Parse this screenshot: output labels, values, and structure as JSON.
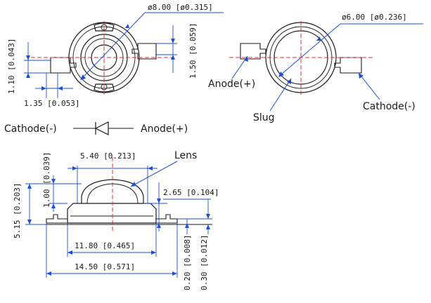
{
  "dimensions": {
    "top_left_diameter": "ø8.00 [ø0.315]",
    "lead_height": "1.10 [0.043]",
    "lead_length": "1.35 [0.053]",
    "lead_offset": "1.50 [0.059]",
    "top_right_diameter": "ø6.00 [ø0.236]",
    "lens_width": "5.40 [0.213]",
    "lens_height": "1.00 [0.039]",
    "total_height": "5.15 [0.203]",
    "body_height": "2.65 [0.104]",
    "body_width": "11.80 [0.465]",
    "overall_width": "14.50 [0.571]",
    "lead_thickness_a": "0.20 [0.008]",
    "lead_thickness_b": "0.30 [0.012]"
  },
  "labels": {
    "anode_top": "Anode(+)",
    "cathode_top": "Cathode(-)",
    "slug": "Slug",
    "cathode_symbol": "Cathode(-)",
    "anode_symbol": "Anode(+)",
    "lens": "Lens"
  },
  "colors": {
    "dimension_line": "#1a4fd8",
    "center_line": "#e03030",
    "outline": "#1a1a1a"
  }
}
